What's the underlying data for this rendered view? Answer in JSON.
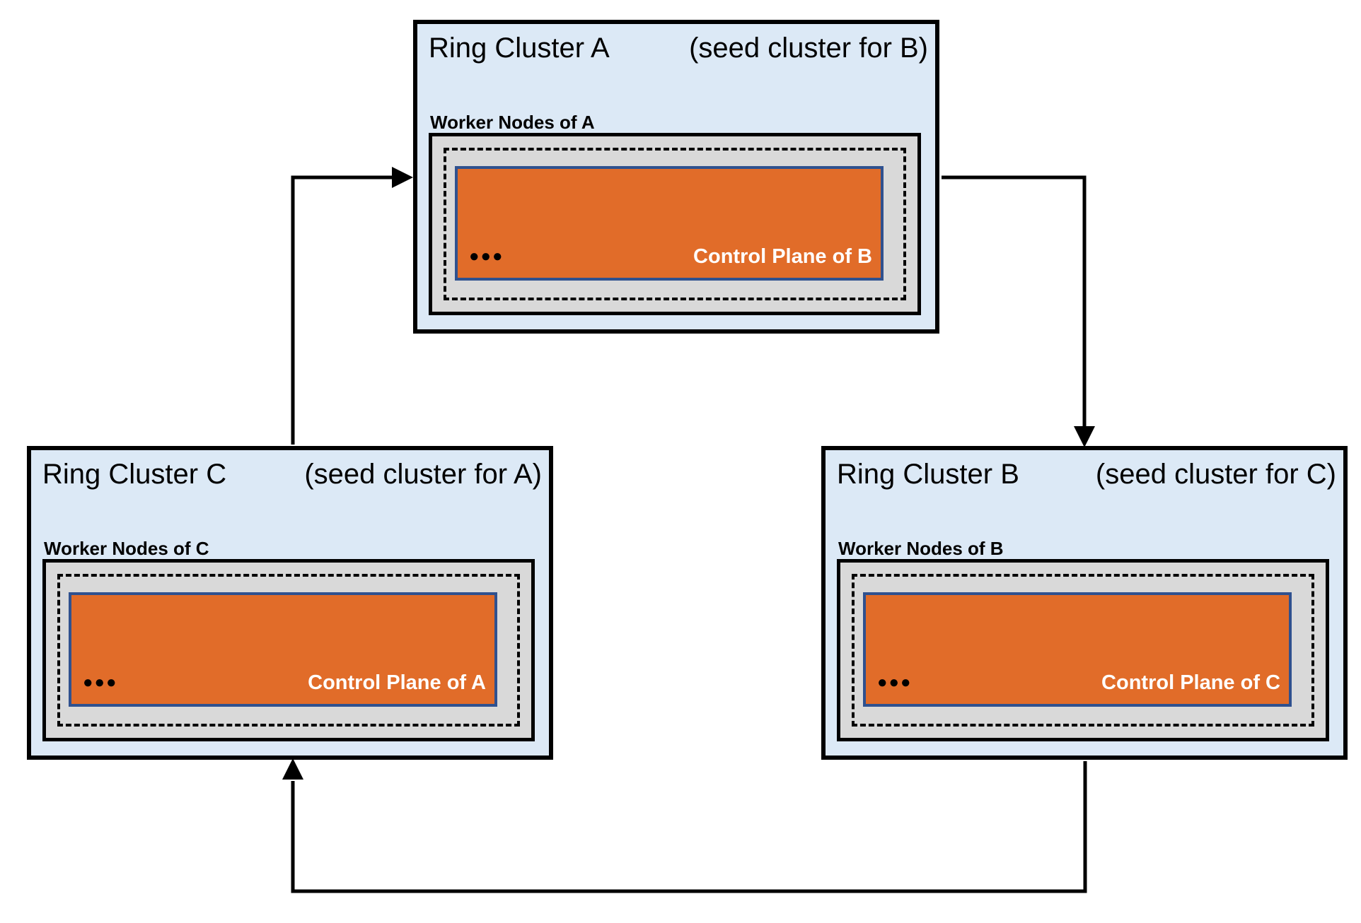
{
  "diagram": {
    "clusters": [
      {
        "key": "A",
        "title": "Ring Cluster A",
        "seed_note": "(seed cluster for B)",
        "worker_label": "Worker Nodes of A",
        "dots": "●●●",
        "control_label": "Control Plane of B"
      },
      {
        "key": "B",
        "title": "Ring Cluster B",
        "seed_note": "(seed cluster for C)",
        "worker_label": "Worker Nodes of B",
        "dots": "●●●",
        "control_label": "Control Plane of C"
      },
      {
        "key": "C",
        "title": "Ring Cluster C",
        "seed_note": "(seed cluster for A)",
        "worker_label": "Worker Nodes of C",
        "dots": "●●●",
        "control_label": "Control Plane of A"
      }
    ],
    "relationships": [
      {
        "from": "C",
        "to": "A"
      },
      {
        "from": "A",
        "to": "B"
      },
      {
        "from": "B",
        "to": "C"
      }
    ],
    "colors": {
      "cluster_bg": "#dce9f6",
      "worker_bg": "#d9d9d9",
      "control_bg": "#e16c29",
      "control_border": "#2f518f",
      "line_color": "#000000",
      "arrow_color": "#000000"
    }
  }
}
